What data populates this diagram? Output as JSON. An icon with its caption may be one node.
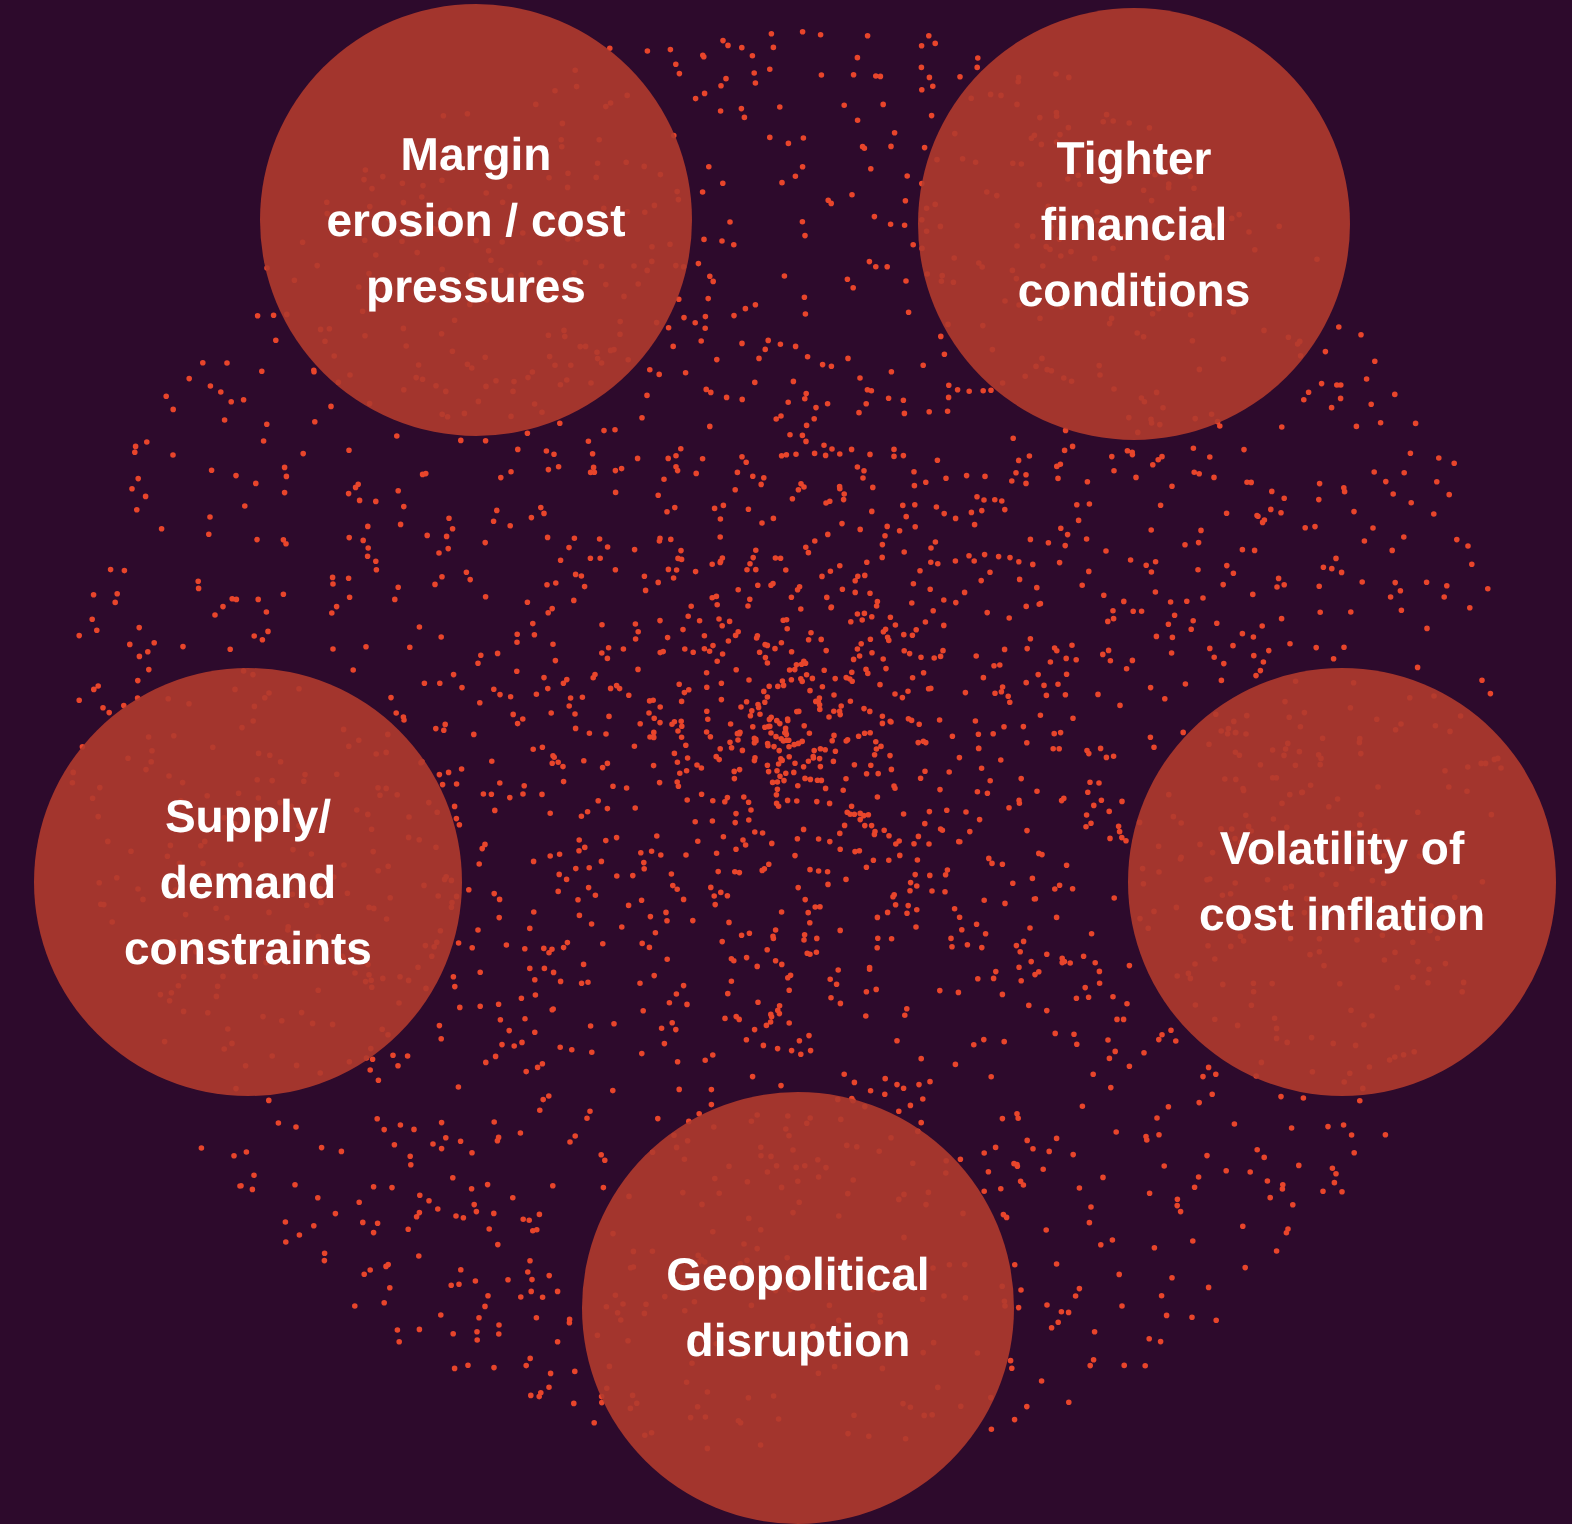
{
  "diagram": {
    "nodes": [
      {
        "text": [
          "Margin erosion / cost pressures"
        ]
      },
      {
        "text": [
          "Tighter financial conditions"
        ]
      },
      {
        "text": [
          "Supply/ demand constraints"
        ]
      },
      {
        "text": [
          "Volatility of cost inflation"
        ]
      },
      {
        "text": [
          "Geopolitical disruption"
        ]
      }
    ]
  }
}
